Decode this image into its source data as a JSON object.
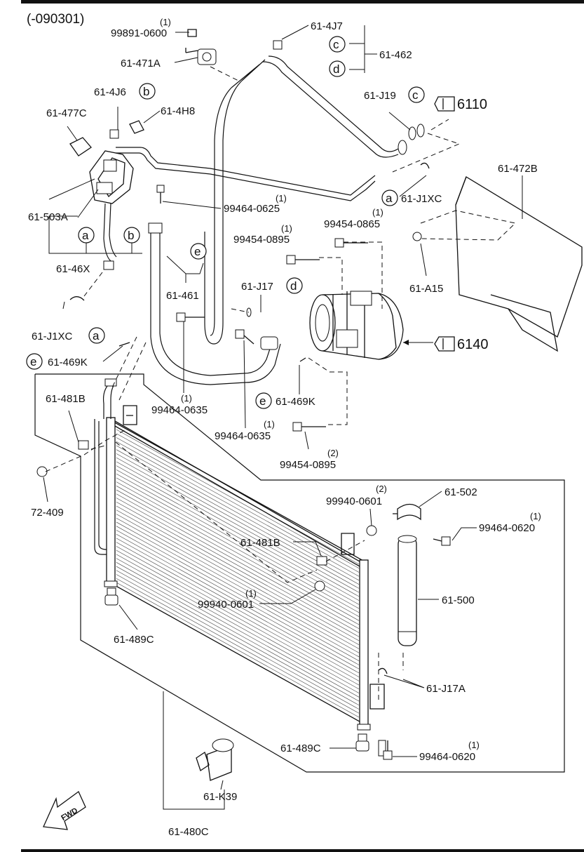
{
  "header": {
    "range": "(-090301)"
  },
  "circle_letters": {
    "a": "a",
    "b": "b",
    "c": "c",
    "d": "d",
    "e": "e"
  },
  "refs": {
    "r6110": "6110",
    "r6140": "6140"
  },
  "fwd": "FWD",
  "parts": {
    "p99891_0600": "99891-0600",
    "q99891_0600": "(1)",
    "p61_471A": "61-471A",
    "p61_4J7": "61-4J7",
    "p61_462": "61-462",
    "p61_4J6": "61-4J6",
    "p61_477C": "61-477C",
    "p61_4H8": "61-4H8",
    "p61_J19": "61-J19",
    "p61_472B": "61-472B",
    "p61_J1XC_top": "61-J1XC",
    "p99464_0625": "99464-0625",
    "q99464_0625": "(1)",
    "p61_503A": "61-503A",
    "p99454_0865": "99454-0865",
    "q99454_0865": "(1)",
    "p99454_0895_top": "99454-0895",
    "q99454_0895_top": "(1)",
    "p61_46X": "61-46X",
    "p61_461": "61-461",
    "p61_A15": "61-A15",
    "p61_J17": "61-J17",
    "p61_J1XC_left": "61-J1XC",
    "p61_469K_left": "61-469K",
    "p61_469K_mid": "61-469K",
    "p61_481B_left": "61-481B",
    "p99464_0635_a": "99464-0635",
    "q99464_0635_a": "(1)",
    "p99464_0635_b": "99464-0635",
    "q99464_0635_b": "(1)",
    "p99454_0895_bot": "99454-0895",
    "q99454_0895_bot": "(2)",
    "p72_409": "72-409",
    "p99940_0601_top": "99940-0601",
    "q99940_0601_top": "(2)",
    "p61_502": "61-502",
    "p99464_0620_top": "99464-0620",
    "q99464_0620_top": "(1)",
    "p61_481B_right": "61-481B",
    "p99940_0601_bot": "99940-0601",
    "q99940_0601_bot": "(1)",
    "p61_500": "61-500",
    "p61_489C_left": "61-489C",
    "p61_J17A": "61-J17A",
    "p61_489C_right": "61-489C",
    "p99464_0620_bot": "99464-0620",
    "q99464_0620_bot": "(1)",
    "p61_K39": "61-K39",
    "p61_480C": "61-480C"
  }
}
